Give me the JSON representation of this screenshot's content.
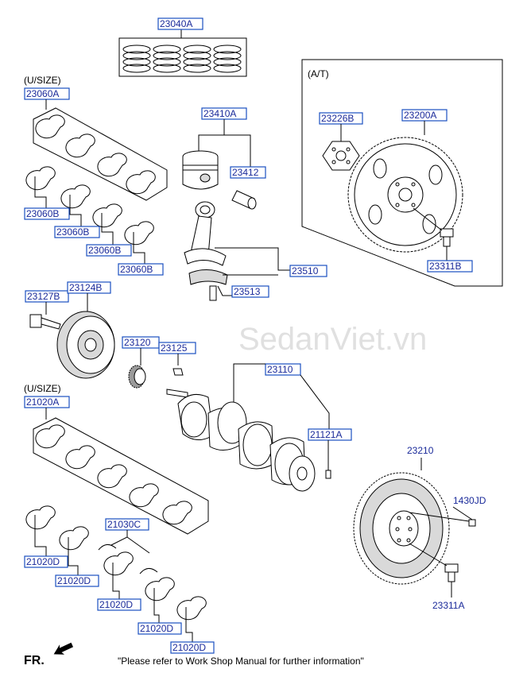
{
  "watermark": "SedanViet.vn",
  "footer_note": "\"Please refer to Work Shop Manual for further information\"",
  "fr_label": "FR.",
  "at_label": "(A/T)",
  "usize_label_1": "(U/SIZE)",
  "usize_label_2": "(U/SIZE)",
  "parts": {
    "p23040A": "23040A",
    "p23060A": "23060A",
    "p23060B_1": "23060B",
    "p23060B_2": "23060B",
    "p23060B_3": "23060B",
    "p23060B_4": "23060B",
    "p23410A": "23410A",
    "p23412": "23412",
    "p23510": "23510",
    "p23513": "23513",
    "p23226B": "23226B",
    "p23200A": "23200A",
    "p23311B": "23311B",
    "p23127B": "23127B",
    "p23124B": "23124B",
    "p23120": "23120",
    "p23125": "23125",
    "p23110": "23110",
    "p21121A": "21121A",
    "p21020A": "21020A",
    "p21030C": "21030C",
    "p21020D_1": "21020D",
    "p21020D_2": "21020D",
    "p21020D_3": "21020D",
    "p21020D_4": "21020D",
    "p21020D_5": "21020D",
    "p23210": "23210",
    "p1430JD": "1430JD",
    "p23311A": "23311A"
  }
}
